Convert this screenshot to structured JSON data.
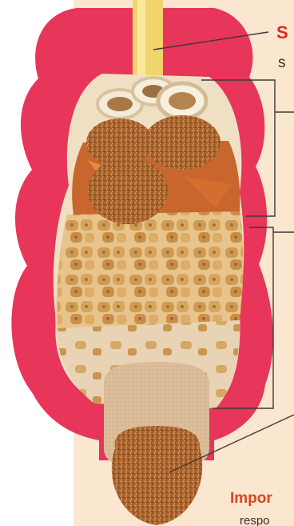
{
  "labels": {
    "section_title": "S",
    "section_sub": "s",
    "footer_title": "Impor",
    "footer_sub": "respo"
  },
  "colors": {
    "background_panel": "#fbe6cf",
    "organ_red": "#e8355a",
    "label_red": "#e0261c",
    "footer_orange": "#d8471d",
    "leader_line": "#3a3a3a"
  }
}
